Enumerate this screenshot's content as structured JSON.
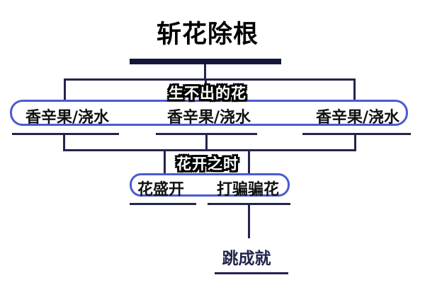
{
  "title": "斩花除根",
  "colors": {
    "line": "#23254d",
    "bar": "#15173a",
    "box_border": "#4b5ad2",
    "text_dark": "#111111",
    "text_navy": "#23254d",
    "label_fill": "#ffffff",
    "label_outline": "#000000"
  },
  "generation1": {
    "group_label": "生不出的花",
    "nodes": [
      {
        "label": "香辛果/浇水"
      },
      {
        "label": "香辛果/浇水"
      },
      {
        "label": "香辛果/浇水"
      }
    ]
  },
  "generation2": {
    "group_label": "花开之时",
    "nodes": [
      {
        "label": "花盛开"
      },
      {
        "label": "打骗骗花"
      }
    ]
  },
  "generation3": {
    "nodes": [
      {
        "label": "跳成就"
      }
    ]
  }
}
